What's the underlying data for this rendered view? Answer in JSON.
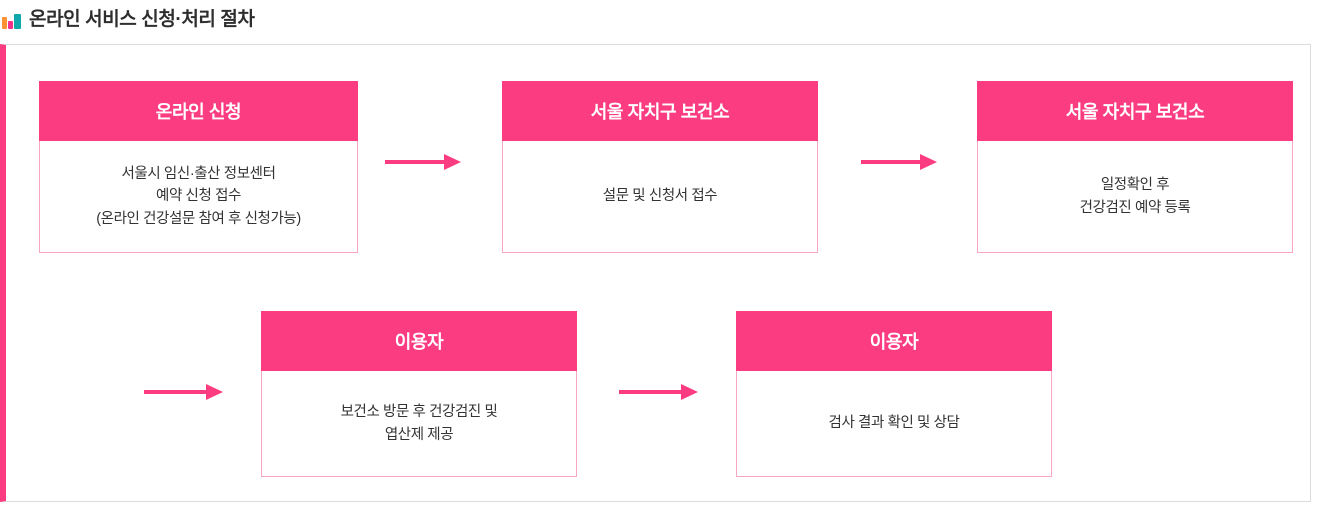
{
  "page": {
    "title": "온라인 서비스 신청·처리 절차",
    "title_icon": "bar-chart-icon",
    "accent_color": "#fb3c80",
    "node_border_color": "#f9a6c4",
    "container_border_color": "#dcdcdc",
    "title_color": "#2e2e2e",
    "body_text_color": "#333333"
  },
  "flow": {
    "nodes": [
      {
        "id": "node-1",
        "head": "온라인 신청",
        "body": "서울시 임신·출산 정보센터\n예약 신청 접수\n(온라인 건강설문 참여 후 신청가능)",
        "row": 1,
        "order": 1
      },
      {
        "id": "node-2",
        "head": "서울 자치구 보건소",
        "body": "설문 및 신청서 접수",
        "row": 1,
        "order": 2
      },
      {
        "id": "node-3",
        "head": "서울 자치구 보건소",
        "body": "일정확인 후\n건강검진 예약 등록",
        "row": 1,
        "order": 3
      },
      {
        "id": "node-4",
        "head": "이용자",
        "body": "보건소 방문 후 건강검진 및\n엽산제 제공",
        "row": 2,
        "order": 4
      },
      {
        "id": "node-5",
        "head": "이용자",
        "body": "검사 결과 확인 및 상담",
        "row": 2,
        "order": 5
      }
    ],
    "arrows": [
      {
        "id": "arrow-1",
        "icon": "arrow-right-icon",
        "from": "node-1",
        "to": "node-2"
      },
      {
        "id": "arrow-2",
        "icon": "arrow-right-icon",
        "from": "node-2",
        "to": "node-3"
      },
      {
        "id": "arrow-3",
        "icon": "arrow-right-icon",
        "from": "node-3",
        "to": "node-4"
      },
      {
        "id": "arrow-4",
        "icon": "arrow-right-icon",
        "from": "node-4",
        "to": "node-5"
      }
    ]
  }
}
